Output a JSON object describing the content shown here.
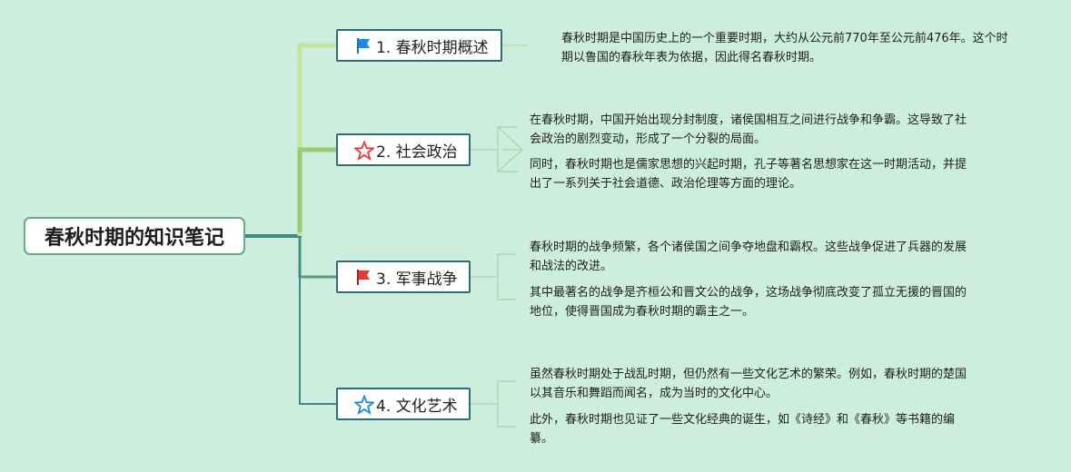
{
  "root": {
    "title": "春秋时期的知识笔记"
  },
  "branches": [
    {
      "label": "1. 春秋时期概述",
      "icon": "blue-flag-icon",
      "notes": [
        "春秋时期是中国历史上的一个重要时期，大约从公元前770年至公元前476年。这个时期以鲁国的春秋年表为依据，因此得名春秋时期。"
      ]
    },
    {
      "label": "2. 社会政治",
      "icon": "red-star-icon",
      "notes": [
        "在春秋时期，中国开始出现分封制度，诸侯国相互之间进行战争和争霸。这导致了社会政治的剧烈变动，形成了一个分裂的局面。",
        "同时，春秋时期也是儒家思想的兴起时期，孔子等著名思想家在这一时期活动，并提出了一系列关于社会道德、政治伦理等方面的理论。"
      ]
    },
    {
      "label": "3. 军事战争",
      "icon": "red-flag-icon",
      "notes": [
        "春秋时期的战争频繁，各个诸侯国之间争夺地盘和霸权。这些战争促进了兵器的发展和战法的改进。",
        "其中最著名的战争是齐桓公和晋文公的战争，这场战争彻底改变了孤立无援的晋国的地位，使得晋国成为春秋时期的霸主之一。"
      ]
    },
    {
      "label": "4. 文化艺术",
      "icon": "blue-star-icon",
      "notes": [
        "虽然春秋时期处于战乱时期，但仍然有一些文化艺术的繁荣。例如，春秋时期的楚国以其音乐和舞蹈而闻名，成为当时的文化中心。",
        "此外，春秋时期也见证了一些文化经典的诞生，如《诗经》和《春秋》等书籍的编纂。"
      ]
    }
  ],
  "colors": {
    "background": "#cdeedd",
    "branch1": "#c4e59c",
    "branch2": "#9fc970",
    "branch3": "#5a9a7a",
    "branch4": "#3a8a8a"
  }
}
